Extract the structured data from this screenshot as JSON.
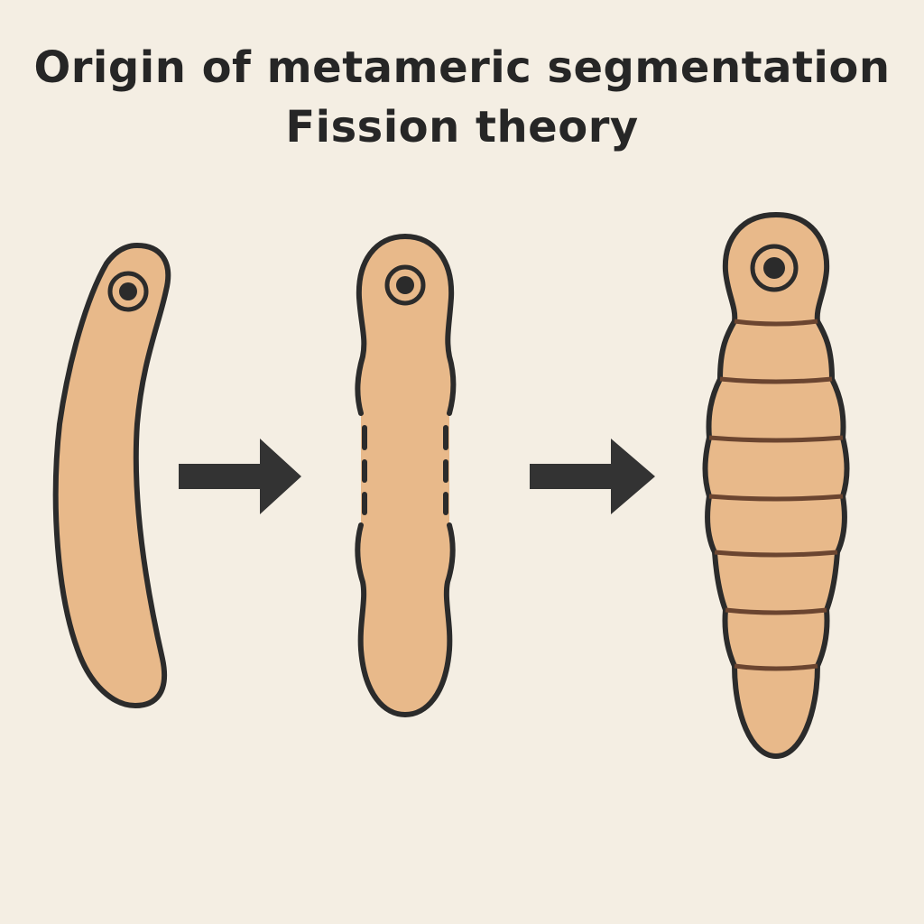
{
  "title": {
    "line1": "Origin of metameric segmentation",
    "line2": "Fission theory"
  },
  "stages": [
    {
      "name": "unsegmented-ancestor",
      "segment_count": 1
    },
    {
      "name": "dividing-stage",
      "segment_count": 2
    },
    {
      "name": "segmented-form",
      "segment_count": 8
    }
  ],
  "colors": {
    "background": "#f4eee3",
    "body_fill": "#e8b98a",
    "outline": "#2b2b2b",
    "segment_line": "#6b4530",
    "arrow": "#333333"
  }
}
